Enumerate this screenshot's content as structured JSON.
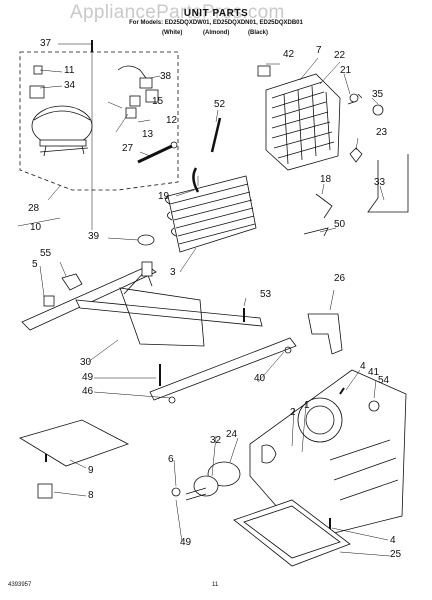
{
  "watermark": "AppliancePartsPros.com",
  "title": "UNIT PARTS",
  "subtitle": "For Models: ED25DQXDW01, ED25DQXDN01, ED25DQXDB01",
  "variants": {
    "white": "(White)",
    "almond": "(Almond)",
    "black": "(Black)"
  },
  "callouts": [
    "37",
    "11",
    "34",
    "38",
    "42",
    "7",
    "22",
    "21",
    "35",
    "52",
    "23",
    "12",
    "15",
    "13",
    "27",
    "18",
    "33",
    "28",
    "19",
    "10",
    "50",
    "39",
    "55",
    "5",
    "3",
    "26",
    "53",
    "30",
    "4",
    "41",
    "54",
    "49",
    "46",
    "40",
    "2",
    "1",
    "32",
    "24",
    "6",
    "9",
    "8",
    "49",
    "4",
    "25"
  ],
  "footer": {
    "code": "4393957",
    "page": "11"
  },
  "colors": {
    "ink": "#111111",
    "watermark": "#c9c9c9",
    "paper": "#ffffff"
  }
}
